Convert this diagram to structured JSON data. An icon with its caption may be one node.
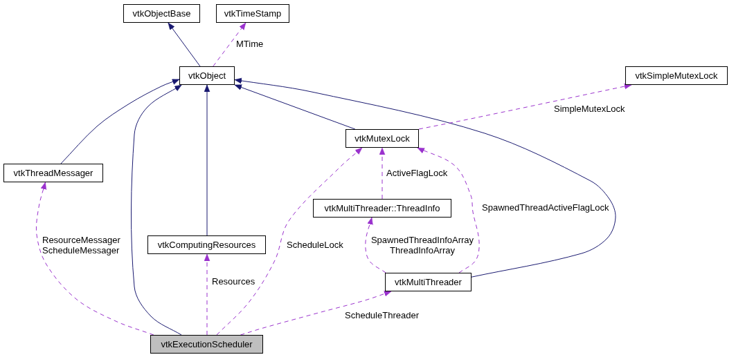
{
  "diagram": {
    "nodes": [
      {
        "text": [
          "vtkObjectBase"
        ]
      },
      {
        "text": [
          "vtkTimeStamp"
        ]
      },
      {
        "text": [
          "vtkObject"
        ]
      },
      {
        "text": [
          "vtkSimpleMutexLock"
        ]
      },
      {
        "text": [
          "vtkMutexLock"
        ]
      },
      {
        "text": [
          "vtkThreadMessager"
        ]
      },
      {
        "text": [
          "vtkMultiThreader::ThreadInfo"
        ]
      },
      {
        "text": [
          "vtkComputingResources"
        ]
      },
      {
        "text": [
          "vtkMultiThreader"
        ]
      },
      {
        "text": [
          "vtkExecutionScheduler"
        ]
      }
    ],
    "edges": [
      {
        "from": 2,
        "to": 0,
        "arrow": "to",
        "color": "#191970"
      },
      {
        "from": 2,
        "to": 1,
        "arrow": "to",
        "label": "MTime",
        "style": "dashed"
      },
      {
        "from": 5,
        "to": 2,
        "arrow": "to",
        "color": "#191970"
      },
      {
        "from": 9,
        "to": 2,
        "arrow": "to",
        "color": "#191970"
      },
      {
        "from": 7,
        "to": 2,
        "arrow": "to",
        "color": "#191970"
      },
      {
        "from": 4,
        "to": 2,
        "arrow": "to",
        "color": "#191970"
      },
      {
        "from": 8,
        "to": 2,
        "arrow": "to",
        "color": "#191970"
      },
      {
        "from": 4,
        "to": 3,
        "arrow": "to",
        "label": "SimpleMutexLock",
        "style": "dashed"
      },
      {
        "from": 9,
        "to": 5,
        "arrow": "to",
        "label": "ResourceMessager ScheduleMessager",
        "style": "dashed"
      },
      {
        "from": 9,
        "to": 7,
        "arrow": "to",
        "label": "Resources",
        "style": "dashed"
      },
      {
        "from": 9,
        "to": 4,
        "arrow": "to",
        "label": "ScheduleLock",
        "style": "dashed"
      },
      {
        "from": 9,
        "to": 8,
        "arrow": "to",
        "label": "ScheduleThreader",
        "style": "dashed"
      },
      {
        "from": 6,
        "to": 4,
        "arrow": "to",
        "label": "ActiveFlagLock",
        "style": "dashed"
      },
      {
        "from": 8,
        "to": 4,
        "arrow": "to",
        "label": "SpawnedThreadActiveFlagLock",
        "style": "dashed"
      },
      {
        "from": 8,
        "to": 6,
        "arrow": "to",
        "label": "SpawnedThreadInfoArray ThreadInfoArray",
        "style": "dashed"
      }
    ]
  }
}
